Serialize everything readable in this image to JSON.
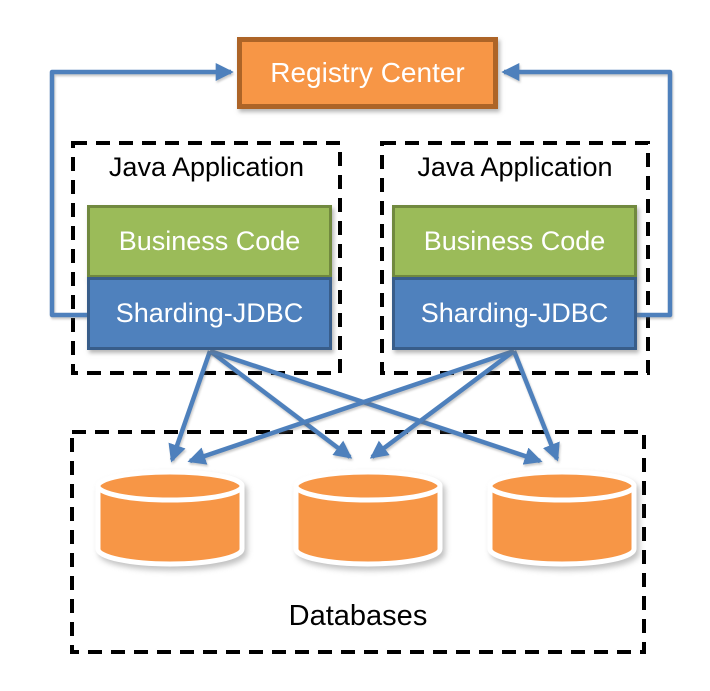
{
  "registry": {
    "label": "Registry Center"
  },
  "applications": [
    {
      "title": "Java Application",
      "layers": {
        "business": "Business Code",
        "jdbc": "Sharding-JDBC"
      }
    },
    {
      "title": "Java Application",
      "layers": {
        "business": "Business Code",
        "jdbc": "Sharding-JDBC"
      }
    }
  ],
  "databases": {
    "label": "Databases",
    "cylinder_count": 3
  },
  "colors": {
    "orange_fill": "#F79646",
    "orange_border": "#AD6427",
    "green_fill": "#9BBB59",
    "green_border": "#71893F",
    "blue_fill": "#4F81BD",
    "blue_border": "#385D8A",
    "connector": "#4E80BC",
    "dashed_border": "#000000",
    "label_text": "#000000",
    "box_text": "#FFFFFF"
  }
}
